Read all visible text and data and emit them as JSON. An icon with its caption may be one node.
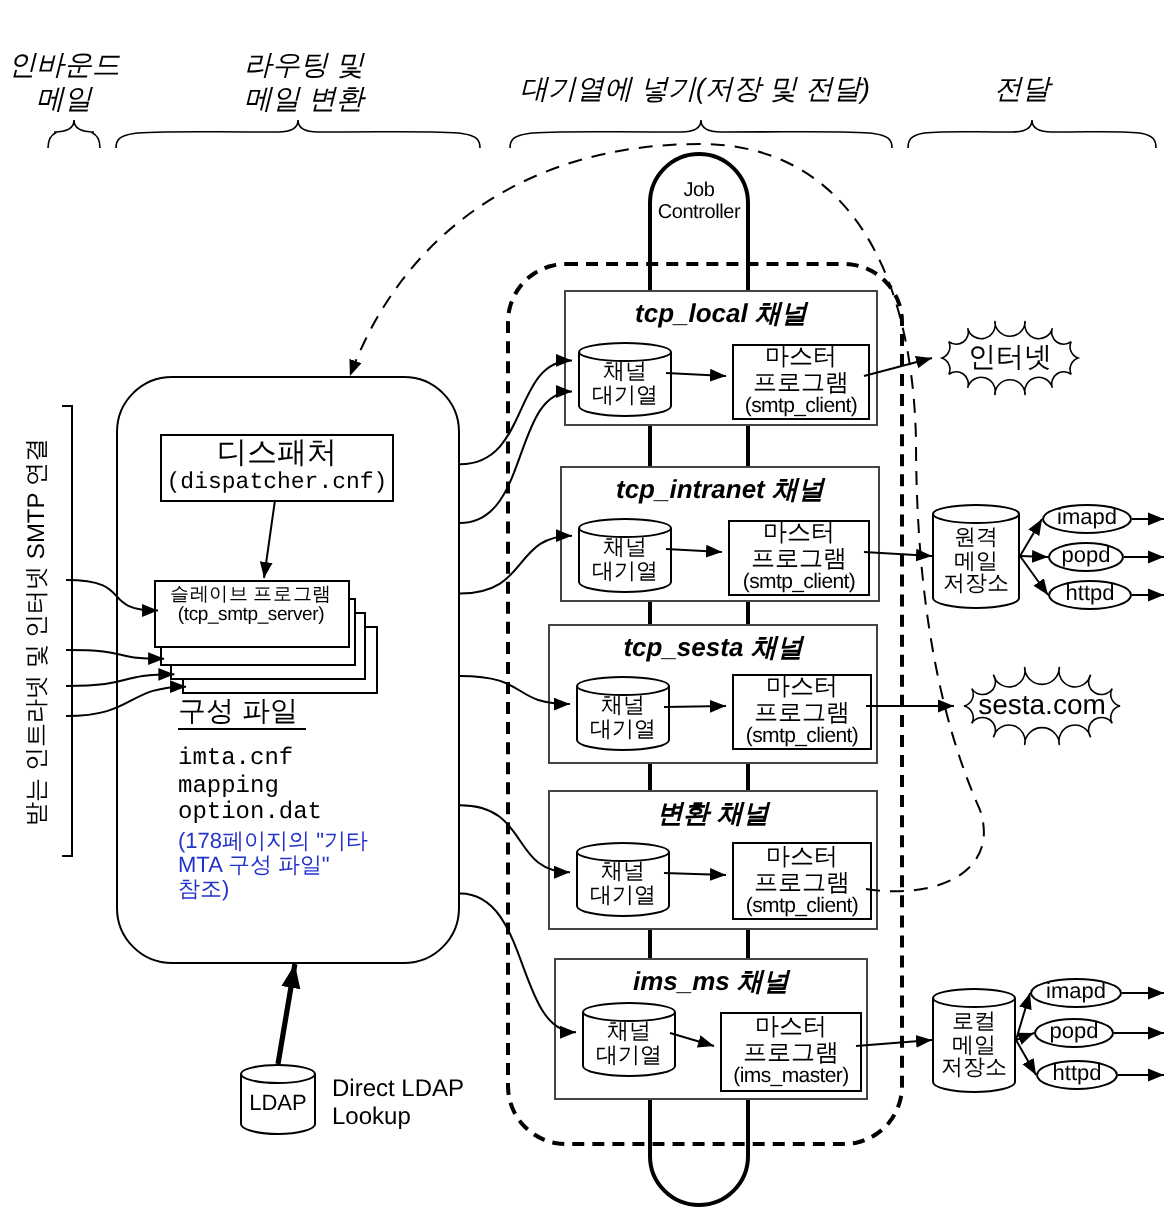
{
  "diagram": {
    "nodes": [
      {
        "text": [
          "구성 파일",
          "imta.cnf",
          "mapping",
          "option.dat",
          "(178페이지의 \"기타 MTA 구성 파일\" 참조)"
        ]
      },
      {
        "text": [
          "디스패처",
          "(dispatcher.cnf)"
        ],
        "in": 0
      },
      {
        "text": [
          "슬레이브 프로그램",
          "(tcp_smtp_server)"
        ],
        "in": 0
      },
      {
        "text": [
          "LDAP"
        ],
        "beside": [
          "Direct LDAP Lookup"
        ]
      },
      {
        "text": [
          "Job Controller"
        ]
      },
      {
        "text": [],
        "shape": "box"
      },
      {
        "text": [
          "tcp_local 채널"
        ],
        "in": 5
      },
      {
        "text": [
          "채널 대기열"
        ],
        "in": 6
      },
      {
        "text": [
          "마스터 프로그램",
          "(smtp_client)"
        ],
        "in": 6
      },
      {
        "text": [
          "tcp_intranet 채널"
        ],
        "in": 5
      },
      {
        "text": [
          "채널 대기열"
        ],
        "in": 9
      },
      {
        "text": [
          "마스터 프로그램",
          "(smtp_client)"
        ],
        "in": 9
      },
      {
        "text": [
          "tcp_sesta 채널"
        ],
        "in": 5
      },
      {
        "text": [
          "채널 대기열"
        ],
        "in": 12
      },
      {
        "text": [
          "마스터 프로그램",
          "(smtp_client)"
        ],
        "in": 12
      },
      {
        "text": [
          "변환 채널"
        ],
        "in": 5
      },
      {
        "text": [
          "채널 대기열"
        ],
        "in": 15
      },
      {
        "text": [
          "마스터 프로그램",
          "(smtp_client)"
        ],
        "in": 15
      },
      {
        "text": [
          "ims_ms 채널"
        ],
        "in": 5
      },
      {
        "text": [
          "채널 대기열"
        ],
        "in": 18
      },
      {
        "text": [
          "마스터 프로그램",
          "(ims_master)"
        ],
        "in": 18
      },
      {
        "text": [
          "인터넷"
        ]
      },
      {
        "text": [
          "원격 메일 저장소"
        ]
      },
      {
        "text": [
          "imapd"
        ]
      },
      {
        "text": [
          "popd"
        ]
      },
      {
        "text": [
          "httpd"
        ]
      },
      {
        "text": [
          "sesta.com"
        ]
      },
      {
        "text": [
          "로컬 메일 저장소"
        ]
      },
      {
        "text": [
          "imapd"
        ]
      },
      {
        "text": [
          "popd"
        ]
      },
      {
        "text": [
          "httpd"
        ]
      }
    ],
    "edges": [
      {
        "from": null,
        "to": 2,
        "arrow": "to"
      },
      {
        "from": null,
        "to": 2,
        "arrow": "to"
      },
      {
        "from": null,
        "to": 2,
        "arrow": "to"
      },
      {
        "from": null,
        "to": 2,
        "arrow": "to"
      },
      {
        "from": 1,
        "to": 2,
        "arrow": "to"
      },
      {
        "from": 3,
        "to": 0,
        "arrow": "to",
        "style": "thick"
      },
      {
        "from": 0,
        "to": 7,
        "arrow": "to"
      },
      {
        "from": 0,
        "to": 7,
        "arrow": "to"
      },
      {
        "from": 0,
        "to": 10,
        "arrow": "to"
      },
      {
        "from": 0,
        "to": 13,
        "arrow": "to"
      },
      {
        "from": 0,
        "to": 16,
        "arrow": "to"
      },
      {
        "from": 0,
        "to": 19,
        "arrow": "to"
      },
      {
        "from": 7,
        "to": 8,
        "arrow": "to"
      },
      {
        "from": 10,
        "to": 11,
        "arrow": "to"
      },
      {
        "from": 13,
        "to": 14,
        "arrow": "to"
      },
      {
        "from": 16,
        "to": 17,
        "arrow": "to"
      },
      {
        "from": 19,
        "to": 20,
        "arrow": "to"
      },
      {
        "from": 8,
        "to": 21,
        "arrow": "to"
      },
      {
        "from": 11,
        "to": 22,
        "arrow": "to"
      },
      {
        "from": 14,
        "to": 26,
        "arrow": "to"
      },
      {
        "from": 20,
        "to": 27,
        "arrow": "to"
      },
      {
        "from": 22,
        "to": 23,
        "arrow": "to"
      },
      {
        "from": 22,
        "to": 24,
        "arrow": "to"
      },
      {
        "from": 22,
        "to": 25,
        "arrow": "to"
      },
      {
        "from": 23,
        "to": null,
        "arrow": "to"
      },
      {
        "from": 24,
        "to": null,
        "arrow": "to"
      },
      {
        "from": 25,
        "to": null,
        "arrow": "to"
      },
      {
        "from": 27,
        "to": 28,
        "arrow": "to"
      },
      {
        "from": 27,
        "to": 29,
        "arrow": "to"
      },
      {
        "from": 27,
        "to": 30,
        "arrow": "to"
      },
      {
        "from": 28,
        "to": null,
        "arrow": "to"
      },
      {
        "from": 29,
        "to": null,
        "arrow": "to"
      },
      {
        "from": 30,
        "to": null,
        "arrow": "to"
      },
      {
        "from": 17,
        "to": 0,
        "arrow": "to",
        "style": "dashed"
      }
    ],
    "labels": [
      "인바운드 메일",
      "라우팅 및 메일 변환",
      "대기열에 넣기(저장 및 전달)",
      "전달",
      "받는 인트라넷 및 인터넷 SMTP 연결"
    ]
  }
}
